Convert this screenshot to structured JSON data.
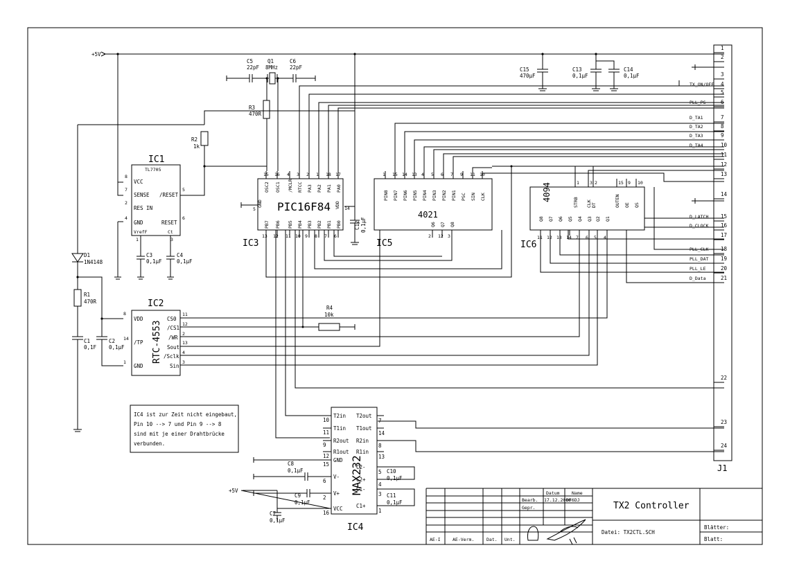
{
  "rails": {
    "vcc": "+5V",
    "vcc2": "+5V"
  },
  "caps": {
    "c5": {
      "name": "C5",
      "val": "22pF"
    },
    "q1": {
      "name": "Q1",
      "val": "8MHz"
    },
    "c6": {
      "name": "C6",
      "val": "22pF"
    },
    "c15": {
      "name": "C15",
      "val": "470µF"
    },
    "c13": {
      "name": "C13",
      "val": "0,1µF"
    },
    "c14": {
      "name": "C14",
      "val": "0,1µF"
    },
    "c12": {
      "name": "C12",
      "val": "0,1µF"
    },
    "c3": {
      "name": "C3",
      "val": "0,1µF"
    },
    "c4": {
      "name": "C4",
      "val": "0,1µF"
    },
    "c1": {
      "name": "C1",
      "val": "0,1F"
    },
    "c2": {
      "name": "C2",
      "val": "0,1µF"
    },
    "c8": {
      "name": "C8",
      "val": "0,1µF"
    },
    "c9": {
      "name": "C9",
      "val": "0,1µF"
    },
    "c7": {
      "name": "C7",
      "val": "0,1µF"
    },
    "c10": {
      "name": "C10",
      "val": "0,1µF"
    },
    "c11": {
      "name": "C11",
      "val": "0,1µF"
    }
  },
  "res": {
    "r3": {
      "name": "R3",
      "val": "470R"
    },
    "r2": {
      "name": "R2",
      "val": "1k"
    },
    "r1": {
      "name": "R1",
      "val": "470R"
    },
    "r4": {
      "name": "R4",
      "val": "10k"
    },
    "d1": {
      "name": "D1",
      "val": "1N4148"
    }
  },
  "ic1": {
    "ref": "IC1",
    "part": "TL7705",
    "pins": [
      "VCC",
      "SENSE",
      "RES IN",
      "GND",
      "/RESET",
      "RESET",
      "VrefF",
      "Ct"
    ],
    "nums": [
      "8",
      "7",
      "2",
      "4",
      "5",
      "6",
      "1",
      "3"
    ]
  },
  "ic2": {
    "ref": "IC2",
    "part": "RTC-4553",
    "pins": [
      "VDD",
      "/TP",
      "GND",
      "CS0",
      "/CS1",
      "/WR",
      "Sout",
      "/Sclk",
      "Sin"
    ],
    "nums": [
      "8",
      "14",
      "1",
      "11",
      "12",
      "2",
      "13",
      "4",
      "3"
    ]
  },
  "ic3": {
    "ref": "IC3",
    "part": "PIC16F84",
    "top": [
      "OSC2",
      "OSC1",
      "/MCLR",
      "RTCC",
      "PA3",
      "PA2",
      "PA1",
      "PA0"
    ],
    "topn": [
      "15",
      "16",
      "4",
      "3",
      "2",
      "1",
      "18",
      "17"
    ],
    "bot": [
      "PB7",
      "PB6",
      "PB5",
      "PB4",
      "PB3",
      "PB2",
      "PB1",
      "PB0"
    ],
    "botn": [
      "13",
      "12",
      "11",
      "10",
      "9",
      "8",
      "7",
      "6"
    ],
    "gnd": "GND",
    "gndn": "5",
    "vdd": "VDD",
    "vddn": "14"
  },
  "ic5": {
    "ref": "IC5",
    "part": "4021",
    "top": [
      "PIN8",
      "PIN7",
      "PIN6",
      "PIN5",
      "PIN4",
      "PIN3",
      "PIN2",
      "PIN1",
      "PSC",
      "SIN",
      "CLK"
    ],
    "topn": [
      "1",
      "15",
      "14",
      "13",
      "4",
      "5",
      "6",
      "7",
      "9",
      "11",
      "10"
    ],
    "bot": [
      "Q6",
      "Q7",
      "Q8"
    ],
    "botn": [
      "2",
      "12",
      "3"
    ]
  },
  "ic6": {
    "ref": "IC6",
    "part": "4094",
    "top": [
      "STRB",
      "CLK",
      "DT",
      "OUTEN",
      "OE",
      "QS"
    ],
    "topn": [
      "1",
      "3",
      "2",
      "15",
      "9",
      "10"
    ],
    "bot": [
      "Q8",
      "Q7",
      "Q6",
      "Q5",
      "Q4",
      "Q3",
      "Q2",
      "Q1"
    ],
    "botn": [
      "11",
      "12",
      "13",
      "14",
      "7",
      "6",
      "5",
      "4"
    ]
  },
  "ic4": {
    "ref": "IC4",
    "part": "MAX232",
    "left": [
      "T2in",
      "T1in",
      "R2out",
      "R1out",
      "GND",
      "V-",
      "V+",
      "VCC"
    ],
    "leftn": [
      "10",
      "11",
      "9",
      "12",
      "15",
      "6",
      "2",
      "16"
    ],
    "right": [
      "T2out",
      "T1out",
      "R2in",
      "R1in",
      "C2-",
      "C2+",
      "C1-",
      "C1+"
    ],
    "rightn": [
      "7",
      "14",
      "8",
      "13",
      "5",
      "4",
      "3",
      "1"
    ]
  },
  "j1": {
    "ref": "J1",
    "pins": [
      "1",
      "2",
      "3",
      "4",
      "5",
      "6",
      "7",
      "8",
      "9",
      "10",
      "11",
      "12",
      "13",
      "14",
      "15",
      "16",
      "17",
      "18",
      "19",
      "20",
      "21",
      "22",
      "23",
      "24"
    ],
    "labels": {
      "4": "TX_ON/OFF",
      "6": "PLL_PS",
      "7": "D_TA1",
      "8": "D_TA2",
      "9": "D_TA3",
      "10": "D_TA4",
      "15": "D_LATCH",
      "16": "D_CLOCK",
      "18": "PLL_CLK",
      "19": "PLL_DAT",
      "20": "PLL_LE",
      "21": "D_Data"
    }
  },
  "note": [
    "IC4 ist zur Zeit nicht eingebaut,",
    "Pin 10 --> 7 und Pin 9 --> 8",
    "sind mit je einer Drahtbrücke",
    "verbunden."
  ],
  "title_block": {
    "title": "TX2 Controller",
    "datum": "Datum",
    "name": "Name",
    "bearb": "Bearb.",
    "bearb_date": "17.12.2000",
    "bearb_name": "DF6DJ",
    "gepr": "Gepr.",
    "ae_i": "AE-I",
    "ae_verm": "AE-Verm.",
    "dat": "Dat.",
    "unt": "Unt.",
    "datei": "Datei: TX2CTL.SCH",
    "blaetter": "Blätter:",
    "blatt": "Blatt:"
  }
}
